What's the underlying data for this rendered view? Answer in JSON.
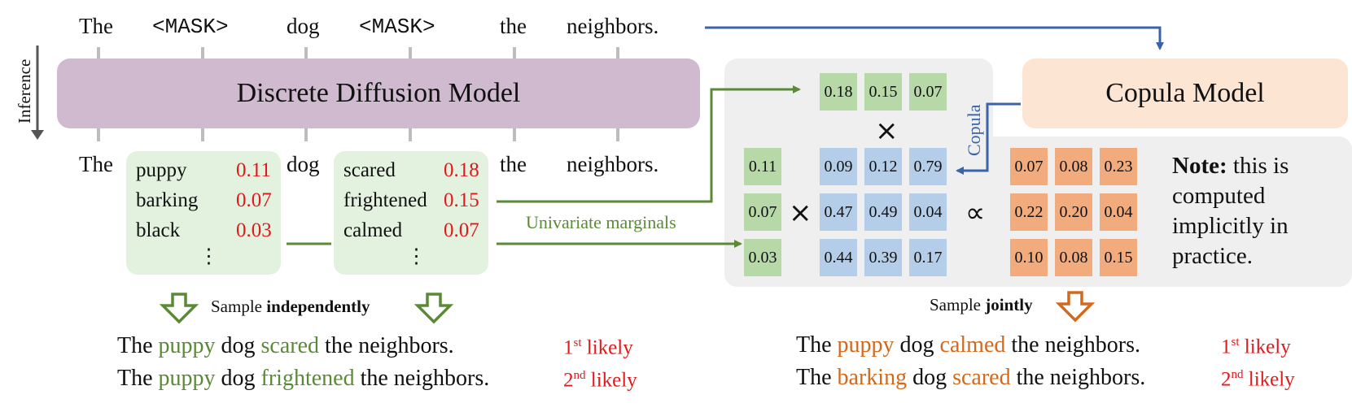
{
  "masked_sentence": [
    "The",
    "<MASK>",
    "dog",
    "<MASK>",
    "the",
    "neighbors."
  ],
  "inference_label": "Inference",
  "diffusion_model_label": "Discrete Diffusion Model",
  "copula_model_label": "Copula Model",
  "copula_arrow_label": "Copula",
  "output_sentence": {
    "w1": "The",
    "w3": "dog",
    "w5": "the",
    "w6": "neighbors."
  },
  "candidates_1": [
    {
      "word": "puppy",
      "prob": "0.11"
    },
    {
      "word": "barking",
      "prob": "0.07"
    },
    {
      "word": "black",
      "prob": "0.03"
    }
  ],
  "candidates_2": [
    {
      "word": "scared",
      "prob": "0.18"
    },
    {
      "word": "frightened",
      "prob": "0.15"
    },
    {
      "word": "calmed",
      "prob": "0.07"
    }
  ],
  "ellipsis": "⋮",
  "univariate_label": "Univariate marginals",
  "top_row": [
    "0.18",
    "0.15",
    "0.07"
  ],
  "left_col": [
    "0.11",
    "0.07",
    "0.03"
  ],
  "blue_matrix": [
    [
      "0.09",
      "0.12",
      "0.79"
    ],
    [
      "0.47",
      "0.49",
      "0.04"
    ],
    [
      "0.44",
      "0.39",
      "0.17"
    ]
  ],
  "orange_matrix": [
    [
      "0.07",
      "0.08",
      "0.23"
    ],
    [
      "0.22",
      "0.20",
      "0.04"
    ],
    [
      "0.10",
      "0.08",
      "0.15"
    ]
  ],
  "times_symbol": "×",
  "propto_symbol": "∝",
  "note": {
    "bold": "Note:",
    "text": " this is computed implicitly in practice."
  },
  "sample_independent": {
    "prefix": "Sample ",
    "bold": "independently"
  },
  "sample_joint": {
    "prefix": "Sample ",
    "bold": "jointly"
  },
  "indep_samples": [
    {
      "w1": "The ",
      "a": "puppy",
      "w2": " dog ",
      "b": "scared",
      "w3": " the neighbors.",
      "rank_num": "1",
      "rank_sup": "st",
      "rank_text": " likely"
    },
    {
      "w1": "The ",
      "a": "puppy",
      "w2": " dog ",
      "b": "frightened",
      "w3": " the neighbors.",
      "rank_num": "2",
      "rank_sup": "nd",
      "rank_text": " likely"
    }
  ],
  "joint_samples": [
    {
      "w1": "The ",
      "a": "puppy",
      "w2": " dog ",
      "b": "calmed",
      "w3": " the neighbors.",
      "rank_num": "1",
      "rank_sup": "st",
      "rank_text": " likely"
    },
    {
      "w1": "The ",
      "a": "barking",
      "w2": " dog ",
      "b": "scared",
      "w3": " the neighbors.",
      "rank_num": "2",
      "rank_sup": "nd",
      "rank_text": " likely"
    }
  ],
  "colors": {
    "diffusion": "#cfbad0",
    "copula_bg": "#fde5d3",
    "green": "#b7d8a7",
    "blue": "#b4cde8",
    "orange": "#f2ab7d",
    "prob_red": "#e0191c",
    "green_text": "#5b8a37",
    "orange_text": "#d2691e",
    "arrow_blue": "#3b63a8"
  }
}
